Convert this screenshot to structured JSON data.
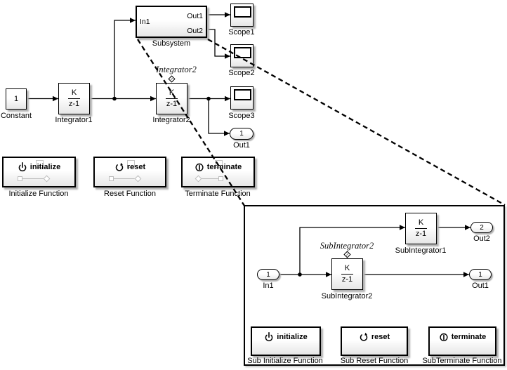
{
  "main": {
    "constant": {
      "value": "1",
      "label": "Constant"
    },
    "integrator1": {
      "num": "K",
      "den": "z-1",
      "label": "Integrator1"
    },
    "integrator2": {
      "num": "K",
      "den": "z-1",
      "label": "Integrator2",
      "annotation": "Integrator2"
    },
    "subsystem": {
      "label": "Subsystem",
      "in1": "In1",
      "out1": "Out1",
      "out2": "Out2"
    },
    "scope1": {
      "label": "Scope1"
    },
    "scope2": {
      "label": "Scope2"
    },
    "scope3": {
      "label": "Scope3"
    },
    "outport1": {
      "value": "1",
      "label": "Out1"
    },
    "init_fn": {
      "button": "initialize",
      "label": "Initialize Function"
    },
    "reset_fn": {
      "button": "reset",
      "label": "Reset Function"
    },
    "term_fn": {
      "button": "terminate",
      "label": "Terminate Function"
    }
  },
  "subsystem_view": {
    "inport1": {
      "value": "1",
      "label": "In1"
    },
    "subintegrator1": {
      "num": "K",
      "den": "z-1",
      "label": "SubIntegrator1"
    },
    "subintegrator2": {
      "num": "K",
      "den": "z-1",
      "label": "SubIntegrator2",
      "annotation": "SubIntegrator2"
    },
    "outport2": {
      "value": "2",
      "label": "Out2"
    },
    "outport1": {
      "value": "1",
      "label": "Out1"
    },
    "init_fn": {
      "button": "initialize",
      "label": "Sub Initialize Function"
    },
    "reset_fn": {
      "button": "reset",
      "label": "Sub Reset Function"
    },
    "term_fn": {
      "button": "terminate",
      "label": "SubTerminate Function"
    }
  },
  "colors": {
    "line": "#000000",
    "block_border": "#000000",
    "block_fill_top": "#ffffff",
    "block_fill_bottom": "#e6e6e6",
    "shadow": "#b0b0b0",
    "decoration_gray": "#bdbdbd"
  }
}
